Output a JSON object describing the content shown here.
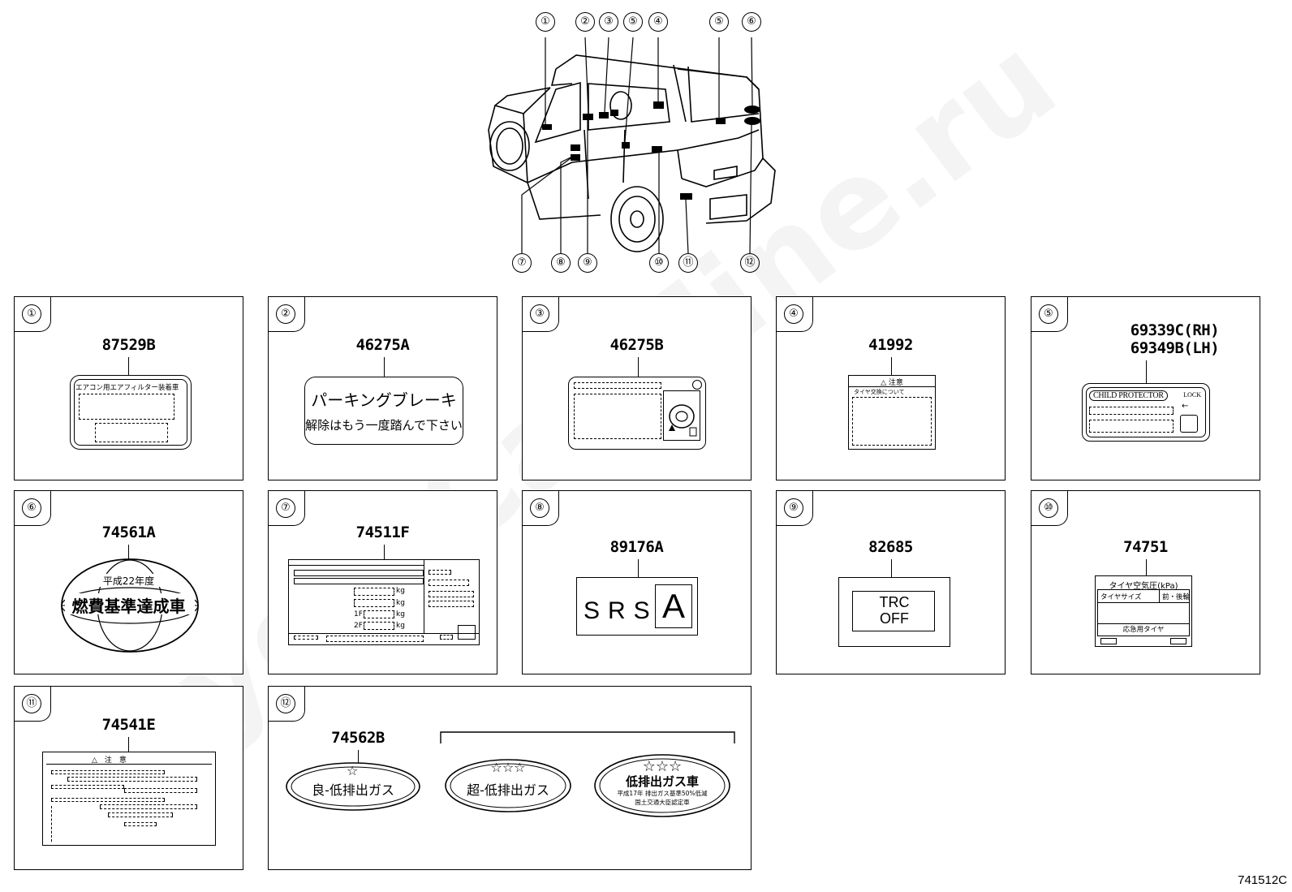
{
  "callouts": [
    "①",
    "②",
    "③",
    "⑤",
    "④",
    "⑤",
    "⑥",
    "⑦",
    "⑧",
    "⑨",
    "⑩",
    "⑪",
    "⑫"
  ],
  "panels": [
    {
      "num": "①",
      "part": "87529B",
      "label_text": "エアコン用エアフィルター装着車"
    },
    {
      "num": "②",
      "part": "46275A",
      "line1": "パーキングブレーキ",
      "line2": "解除はもう一度踏んで下さい"
    },
    {
      "num": "③",
      "part": "46275B"
    },
    {
      "num": "④",
      "part": "41992",
      "header": "△ 注意",
      "sub": "タイヤ交換について"
    },
    {
      "num": "⑤",
      "part_rh": "69339C(RH)",
      "part_lh": "69349B(LH)",
      "banner": "CHILD PROTECTOR",
      "lock": "LOCK"
    },
    {
      "num": "⑥",
      "part": "74561A",
      "top": "平成22年度",
      "main": "燃費基準達成車"
    },
    {
      "num": "⑦",
      "part": "74511F",
      "kg": "kg",
      "f1": "1F",
      "f2": "2F"
    },
    {
      "num": "⑧",
      "part": "89176A",
      "srs": "SRS",
      "a": "A"
    },
    {
      "num": "⑨",
      "part": "82685",
      "trc": "TRC",
      "off": "OFF"
    },
    {
      "num": "⑩",
      "part": "74751",
      "title": "タイヤ空気圧(kPa)",
      "col1": "タイヤサイズ",
      "col2": "前・後輪",
      "row": "応急用タイヤ"
    },
    {
      "num": "⑪",
      "part": "74541E",
      "header": "△　注　意"
    },
    {
      "num": "⑫",
      "part": "74562B",
      "oval1": "良-低排出ガス",
      "oval2": "超-低排出ガス",
      "oval3_title": "低排出ガス車",
      "oval3_l1": "平成17年 排出ガス基準50%低減",
      "oval3_l2": "国土交通大臣認定車",
      "star": "☆",
      "stars": "☆☆☆"
    }
  ],
  "ref_code": "741512C",
  "watermark": "ToyotaCarMine.ru"
}
